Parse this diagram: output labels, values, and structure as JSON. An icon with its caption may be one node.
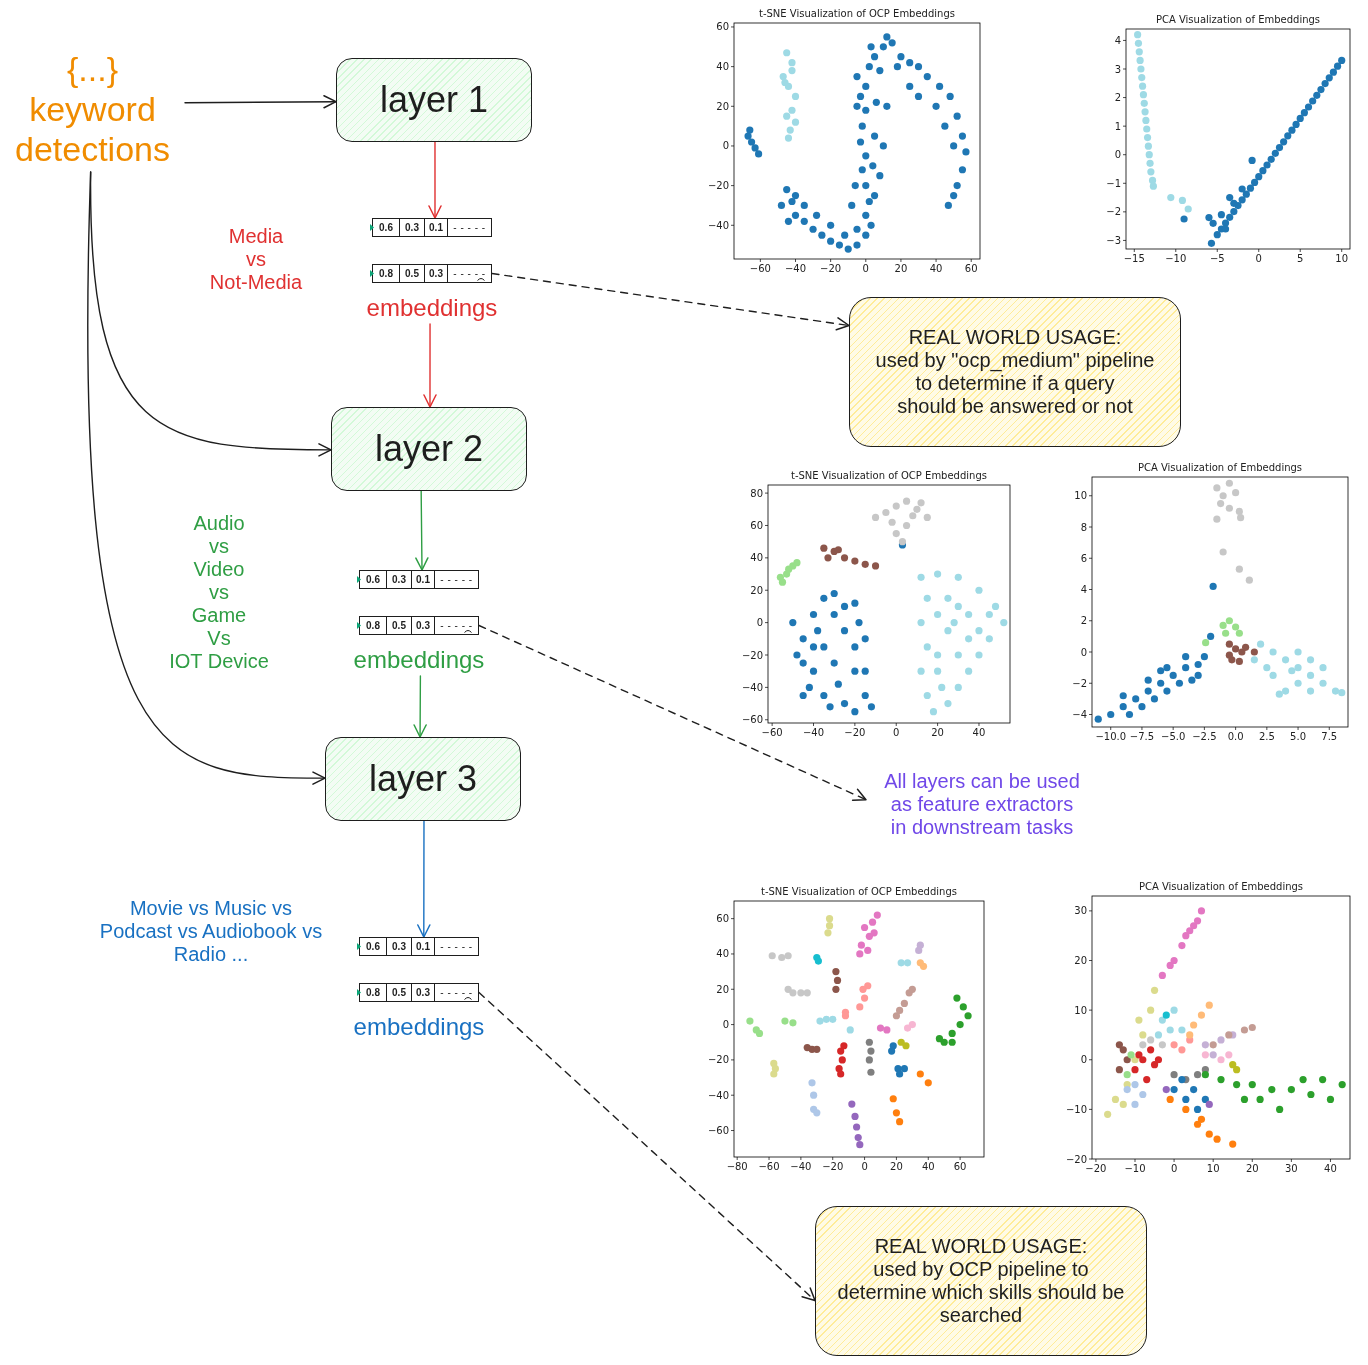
{
  "diagram": {
    "nodes": [
      {
        "text": [
          "{...}",
          "keyword detections"
        ]
      },
      {
        "text": [
          "layer 1"
        ]
      },
      {
        "text": [
          "0.6",
          "0.3",
          "0.1",
          "- - - - -"
        ]
      },
      {
        "text": [
          "0.8",
          "0.5",
          "0.3",
          "- - - - -"
        ]
      },
      {
        "text": [
          "embeddings"
        ]
      },
      {
        "text": [
          "REAL WORLD USAGE:",
          "used by \"ocp_medium\" pipeline to determine if a query should be answered or not"
        ]
      },
      {
        "text": [
          "layer 2"
        ]
      },
      {
        "text": [
          "0.6",
          "0.3",
          "0.1",
          "- - - - -"
        ]
      },
      {
        "text": [
          "0.8",
          "0.5",
          "0.3",
          "- - - - -"
        ]
      },
      {
        "text": [
          "embeddings"
        ]
      },
      {
        "text": [
          "All layers can be used as feature extractors in downstream tasks"
        ]
      },
      {
        "text": [
          "layer 3"
        ]
      },
      {
        "text": [
          "0.6",
          "0.3",
          "0.1",
          "- - - - -"
        ]
      },
      {
        "text": [
          "0.8",
          "0.5",
          "0.3",
          "- - - - -"
        ]
      },
      {
        "text": [
          "embeddings"
        ]
      },
      {
        "text": [
          "REAL WORLD USAGE:",
          "used by OCP pipeline to determine which skills should be searched"
        ]
      }
    ],
    "edges": [
      {
        "from": 0,
        "to": 1,
        "arrow": "to"
      },
      {
        "from": 0,
        "to": 6,
        "arrow": "to"
      },
      {
        "from": 0,
        "to": 11,
        "arrow": "to"
      },
      {
        "from": 1,
        "to": 2,
        "arrow": "to",
        "color": "#e03131"
      },
      {
        "from": 4,
        "to": 6,
        "arrow": "to",
        "color": "#e03131"
      },
      {
        "from": 3,
        "to": 5,
        "arrow": "to",
        "style": "dashed"
      },
      {
        "from": 6,
        "to": 7,
        "arrow": "to",
        "color": "#2f9e44"
      },
      {
        "from": 9,
        "to": 11,
        "arrow": "to",
        "color": "#2f9e44"
      },
      {
        "from": 8,
        "to": 10,
        "arrow": "to",
        "style": "dashed"
      },
      {
        "from": 11,
        "to": 12,
        "arrow": "to",
        "color": "#1971c2"
      },
      {
        "from": 13,
        "to": 15,
        "arrow": "to",
        "style": "dashed"
      }
    ],
    "labels": [
      "Media vs Not-Media",
      "Audio vs Video vs Game Vs IOT Device",
      "Movie vs Music vs Podcast vs Audiobook vs Radio ..."
    ],
    "chart_data": [
      {
        "type": "scatter",
        "title": "t-SNE Visualization of OCP Embeddings",
        "xlim": [
          -75,
          65
        ],
        "ylim": [
          -57,
          62
        ],
        "xticks": [
          {
            "value": -60,
            "label": "−60"
          },
          {
            "value": -40,
            "label": "−40"
          },
          {
            "value": -20,
            "label": "−20"
          },
          {
            "value": 0,
            "label": "0"
          },
          {
            "value": 20,
            "label": "20"
          },
          {
            "value": 40,
            "label": "40"
          },
          {
            "value": 60,
            "label": "60"
          }
        ],
        "yticks": [
          {
            "value": -40,
            "label": "−40"
          },
          {
            "value": -20,
            "label": "−20"
          },
          {
            "value": 0,
            "label": "0"
          },
          {
            "value": 20,
            "label": "20"
          },
          {
            "value": 40,
            "label": "40"
          },
          {
            "value": 60,
            "label": "60"
          }
        ],
        "series": [
          {
            "color": "#1f77b4",
            "x": [
              -67,
              -65,
              -63,
              -61,
              -66,
              -45,
              -42,
              -40,
              -35,
              -30,
              -25,
              -20,
              -15,
              -10,
              -5,
              0,
              3,
              -40,
              -35,
              -28,
              -20,
              -12,
              -5,
              0,
              2,
              0,
              -2,
              0,
              -3,
              -2,
              0,
              -3,
              0,
              -5,
              2,
              5,
              10,
              12,
              15,
              8,
              6,
              5,
              4,
              5,
              10,
              -5,
              20,
              25,
              30,
              35,
              42,
              48,
              52,
              55,
              57,
              55,
              52,
              50,
              47,
              40,
              45,
              50,
              30,
              25,
              -48,
              -44,
              -8,
              8,
              -6,
              12,
              18,
              3
            ],
            "values": [
              5,
              2,
              -1,
              -4,
              8,
              -22,
              -28,
              -35,
              -38,
              -42,
              -45,
              -48,
              -50,
              -52,
              -50,
              -45,
              -40,
              -25,
              -30,
              -35,
              -40,
              -45,
              -42,
              -35,
              -28,
              -20,
              -12,
              -5,
              2,
              10,
              18,
              25,
              30,
              35,
              40,
              45,
              50,
              55,
              52,
              38,
              22,
              5,
              -10,
              -25,
              0,
              20,
              45,
              42,
              40,
              35,
              30,
              25,
              15,
              5,
              -3,
              -12,
              -20,
              -25,
              -30,
              20,
              10,
              0,
              25,
              30,
              -30,
              -38,
              -30,
              -15,
              -20,
              20,
              40,
              50
            ]
          },
          {
            "color": "#9edae5",
            "x": [
              -45,
              -42,
              -47,
              -44,
              -40,
              -42,
              -45,
              -40,
              -43,
              -44,
              -42,
              -46
            ],
            "values": [
              47,
              42,
              35,
              30,
              25,
              18,
              15,
              12,
              8,
              4,
              38,
              32
            ]
          }
        ]
      },
      {
        "type": "scatter",
        "title": "PCA Visualization of Embeddings",
        "xlim": [
          -16,
          11
        ],
        "ylim": [
          -3.3,
          4.4
        ],
        "xticks": [
          {
            "value": -15,
            "label": "−15"
          },
          {
            "value": -10,
            "label": "−10"
          },
          {
            "value": -5,
            "label": "−5"
          },
          {
            "value": 0,
            "label": "0"
          },
          {
            "value": 5,
            "label": "5"
          },
          {
            "value": 10,
            "label": "10"
          }
        ],
        "yticks": [
          {
            "value": -3,
            "label": "−3"
          },
          {
            "value": -2,
            "label": "−2"
          },
          {
            "value": -1,
            "label": "−1"
          },
          {
            "value": 0,
            "label": "0"
          },
          {
            "value": 1,
            "label": "1"
          },
          {
            "value": 2,
            "label": "2"
          },
          {
            "value": 3,
            "label": "3"
          },
          {
            "value": 4,
            "label": "4"
          }
        ],
        "series": [
          {
            "color": "#9edae5",
            "x": [
              -14.6,
              -14.5,
              -14.4,
              -14.3,
              -14.2,
              -14.1,
              -14.0,
              -13.9,
              -13.8,
              -13.7,
              -13.6,
              -13.5,
              -13.4,
              -13.3,
              -13.2,
              -13.1,
              -13.0,
              -12.8,
              -12.7,
              -10.6,
              -9.2,
              -8.5
            ],
            "values": [
              4.2,
              3.9,
              3.6,
              3.3,
              3.0,
              2.7,
              2.4,
              2.1,
              1.8,
              1.5,
              1.2,
              0.9,
              0.6,
              0.3,
              0.0,
              -0.3,
              -0.6,
              -0.9,
              -1.1,
              -1.5,
              -1.6,
              -1.9
            ]
          },
          {
            "color": "#1f77b4",
            "x": [
              -5,
              -4.5,
              -4,
              -3.5,
              -3,
              -2.5,
              -2,
              -1.5,
              -1,
              -0.5,
              0,
              0.5,
              1,
              1.5,
              2,
              2.5,
              3,
              3.5,
              4,
              4.5,
              5,
              5.5,
              6,
              6.5,
              7,
              7.5,
              8,
              8.5,
              9,
              9.5,
              10,
              -6,
              -5.5,
              -4.5,
              -3.5,
              -2,
              -0.8,
              -9,
              -5.7,
              -3,
              -4
            ],
            "values": [
              -2.8,
              -2.6,
              -2.39,
              -2.19,
              -1.99,
              -1.78,
              -1.58,
              -1.38,
              -1.17,
              -0.97,
              -0.77,
              -0.56,
              -0.36,
              -0.16,
              0.05,
              0.25,
              0.45,
              0.66,
              0.86,
              1.06,
              1.27,
              1.47,
              1.67,
              1.88,
              2.08,
              2.28,
              2.49,
              2.69,
              2.89,
              3.1,
              3.3,
              -2.2,
              -2.4,
              -2.1,
              -1.5,
              -1.2,
              -0.2,
              -2.25,
              -3.1,
              -1.7,
              -2.6
            ]
          }
        ]
      },
      {
        "type": "scatter",
        "title": "t-SNE Visualization of OCP Embeddings",
        "xlim": [
          -62,
          55
        ],
        "ylim": [
          -62,
          85
        ],
        "xticks": [
          {
            "value": -60,
            "label": "−60"
          },
          {
            "value": -40,
            "label": "−40"
          },
          {
            "value": -20,
            "label": "−20"
          },
          {
            "value": 0,
            "label": "0"
          },
          {
            "value": 20,
            "label": "20"
          },
          {
            "value": 40,
            "label": "40"
          }
        ],
        "yticks": [
          {
            "value": -60,
            "label": "−60"
          },
          {
            "value": -40,
            "label": "−40"
          },
          {
            "value": -20,
            "label": "−20"
          },
          {
            "value": 0,
            "label": "0"
          },
          {
            "value": 20,
            "label": "20"
          },
          {
            "value": 40,
            "label": "40"
          },
          {
            "value": 60,
            "label": "60"
          },
          {
            "value": 80,
            "label": "80"
          }
        ],
        "series": [
          {
            "color": "#1f77b4",
            "x": [
              -50,
              -45,
              -48,
              -40,
              -35,
              -30,
              -25,
              -20,
              -18,
              -15,
              -25,
              -35,
              -30,
              -40,
              -45,
              -35,
              -25,
              -20,
              -15,
              -12,
              -20,
              -28,
              -38,
              -42,
              -30,
              -20,
              -45,
              -32,
              -15,
              -40,
              3
            ],
            "values": [
              0,
              -10,
              -20,
              5,
              15,
              18,
              10,
              12,
              0,
              -10,
              -5,
              -15,
              -25,
              -30,
              -45,
              -45,
              -50,
              -55,
              -45,
              -52,
              -30,
              -38,
              -5,
              -40,
              5,
              -15,
              -25,
              -52,
              -30,
              -15,
              48
            ]
          },
          {
            "color": "#9edae5",
            "x": [
              12,
              20,
              30,
              40,
              48,
              52,
              45,
              40,
              35,
              30,
              25,
              18,
              15,
              12,
              15,
              12,
              15,
              25,
              35,
              25,
              30,
              20,
              22,
              40,
              28,
              20,
              35,
              45,
              20,
              30
            ],
            "values": [
              28,
              30,
              28,
              20,
              10,
              0,
              -10,
              -20,
              -30,
              -40,
              -50,
              -55,
              -45,
              -30,
              -15,
              0,
              15,
              15,
              5,
              -5,
              -20,
              -30,
              -40,
              -5,
              0,
              5,
              -10,
              5,
              -20,
              10
            ]
          },
          {
            "color": "#98df8a",
            "x": [
              -55,
              -53,
              -50,
              -48,
              -56,
              -52
            ],
            "values": [
              25,
              30,
              35,
              37,
              28,
              33
            ]
          },
          {
            "color": "#8c564b",
            "x": [
              -35,
              -30,
              -25,
              -20,
              -15,
              -10,
              -33,
              -28
            ],
            "values": [
              46,
              44,
              40,
              38,
              36,
              35,
              40,
              45
            ]
          },
          {
            "color": "#c7c7c7",
            "x": [
              -10,
              -5,
              0,
              5,
              10,
              15,
              5,
              0,
              3,
              12,
              -2,
              8
            ],
            "values": [
              65,
              68,
              72,
              75,
              70,
              65,
              60,
              55,
              50,
              74,
              62,
              66
            ]
          }
        ]
      },
      {
        "type": "scatter",
        "title": "PCA Visualization of Embeddings",
        "xlim": [
          -11.5,
          9
        ],
        "ylim": [
          -4.8,
          11.2
        ],
        "xticks": [
          {
            "value": -10,
            "label": "−10.0"
          },
          {
            "value": -7.5,
            "label": "−7.5"
          },
          {
            "value": -5,
            "label": "−5.0"
          },
          {
            "value": -2.5,
            "label": "−2.5"
          },
          {
            "value": 0,
            "label": "0.0"
          },
          {
            "value": 2.5,
            "label": "2.5"
          },
          {
            "value": 5,
            "label": "5.0"
          },
          {
            "value": 7.5,
            "label": "7.5"
          }
        ],
        "yticks": [
          {
            "value": -4,
            "label": "−4"
          },
          {
            "value": -2,
            "label": "−2"
          },
          {
            "value": 0,
            "label": "0"
          },
          {
            "value": 2,
            "label": "2"
          },
          {
            "value": 4,
            "label": "4"
          },
          {
            "value": 6,
            "label": "6"
          },
          {
            "value": 8,
            "label": "8"
          },
          {
            "value": 10,
            "label": "10"
          }
        ],
        "series": [
          {
            "color": "#1f77b4",
            "x": [
              -11,
              -10,
              -9,
              -8,
              -7,
              -6,
              -5,
              -4,
              -3,
              -2.5,
              -8.5,
              -7.5,
              -6.5,
              -5.5,
              -4.5,
              -3.5,
              -7,
              -5.5,
              -4,
              -9,
              -6,
              -3,
              -1.8,
              -2
            ],
            "values": [
              -4.3,
              -4,
              -3.5,
              -3,
              -2.5,
              -2,
              -1.5,
              -1,
              -0.8,
              -0.3,
              -4,
              -3.5,
              -3,
              -2.5,
              -2,
              -1.8,
              -1.8,
              -1,
              -0.3,
              -2.8,
              -1.2,
              -1.5,
              4.2,
              1
            ]
          },
          {
            "color": "#c7c7c7",
            "x": [
              -1.5,
              -1,
              -0.5,
              0,
              -1.2,
              -0.5,
              0.3,
              -1.5,
              0.4,
              -1,
              0.3,
              1.1
            ],
            "values": [
              10.5,
              10,
              10.8,
              10.2,
              9.5,
              9.2,
              9,
              8.5,
              8.6,
              6.4,
              5.3,
              4.6
            ]
          },
          {
            "color": "#98df8a",
            "x": [
              -1,
              -0.5,
              0,
              -0.8,
              0.3,
              -2.4
            ],
            "values": [
              1.7,
              2,
              1.6,
              1.2,
              1.2,
              0.6
            ]
          },
          {
            "color": "#8c564b",
            "x": [
              -0.5,
              0,
              0.5,
              -0.3,
              0.3,
              0.8,
              -0.5,
              1.5
            ],
            "values": [
              0.5,
              0.2,
              0,
              -0.5,
              -0.6,
              0.3,
              -0.2,
              0
            ]
          },
          {
            "color": "#9edae5",
            "x": [
              2,
              3,
              4,
              5,
              6,
              7,
              8,
              3,
              4,
              5,
              6,
              7,
              5,
              2.5,
              1.5,
              8.5,
              3.5,
              4.5,
              6
            ],
            "values": [
              0.5,
              0,
              -0.5,
              -1,
              -1.5,
              -2,
              -2.5,
              -1.5,
              -2.5,
              -2,
              -2.5,
              -1,
              0,
              -1,
              -0.5,
              -2.6,
              -2.7,
              -1.2,
              -0.5
            ]
          }
        ]
      },
      {
        "type": "scatter",
        "title": "t-SNE Visualization of OCP Embeddings",
        "xlim": [
          -82,
          75
        ],
        "ylim": [
          -75,
          70
        ],
        "xticks": [
          {
            "value": -80,
            "label": "−80"
          },
          {
            "value": -60,
            "label": "−60"
          },
          {
            "value": -40,
            "label": "−40"
          },
          {
            "value": -20,
            "label": "−20"
          },
          {
            "value": 0,
            "label": "0"
          },
          {
            "value": 20,
            "label": "20"
          },
          {
            "value": 40,
            "label": "40"
          },
          {
            "value": 60,
            "label": "60"
          }
        ],
        "yticks": [
          {
            "value": -60,
            "label": "−60"
          },
          {
            "value": -40,
            "label": "−40"
          },
          {
            "value": -20,
            "label": "−20"
          },
          {
            "value": 0,
            "label": "0"
          },
          {
            "value": 20,
            "label": "20"
          },
          {
            "value": 40,
            "label": "40"
          },
          {
            "value": 60,
            "label": "60"
          }
        ],
        "series": [
          {
            "color": "#dbdb8d",
            "x": [
              -22,
              -22,
              -23,
              -57,
              -56,
              -57
            ],
            "values": [
              60,
              56,
              52,
              -22,
              -25,
              -28
            ]
          },
          {
            "color": "#e377c2",
            "x": [
              0,
              5,
              8,
              3,
              -2,
              2,
              -3,
              6,
              10,
              14
            ],
            "values": [
              55,
              58,
              62,
              50,
              45,
              42,
              40,
              52,
              -2,
              -3
            ]
          },
          {
            "color": "#c7c7c7",
            "x": [
              -58,
              -52,
              -48,
              -48,
              -45,
              -40,
              -36
            ],
            "values": [
              39,
              38,
              39,
              20,
              18,
              18,
              18
            ]
          },
          {
            "color": "#17becf",
            "x": [
              -30,
              -29
            ],
            "values": [
              38,
              36
            ]
          },
          {
            "color": "#9edae5",
            "x": [
              23,
              27,
              -28,
              -24,
              -20,
              -9
            ],
            "values": [
              35,
              35,
              2,
              3,
              3,
              -3
            ]
          },
          {
            "color": "#c5b0d5",
            "x": [
              34,
              35
            ],
            "values": [
              42,
              45
            ]
          },
          {
            "color": "#ffbb78",
            "x": [
              35,
              37
            ],
            "values": [
              35,
              33
            ]
          },
          {
            "color": "#8c564b",
            "x": [
              -18,
              -17,
              -18,
              -36,
              -33,
              -30
            ],
            "values": [
              30,
              25,
              20,
              -13,
              -14,
              -14
            ]
          },
          {
            "color": "#ff9896",
            "x": [
              -1,
              0,
              -3,
              2,
              -12,
              -12
            ],
            "values": [
              20,
              15,
              10,
              22,
              5,
              7
            ]
          },
          {
            "color": "#c49c94",
            "x": [
              20,
              25,
              28,
              22,
              30
            ],
            "values": [
              5,
              12,
              18,
              8,
              20
            ]
          },
          {
            "color": "#2ca02c",
            "x": [
              50,
              55,
              60,
              62,
              58,
              47,
              65,
              55
            ],
            "values": [
              -10,
              -5,
              0,
              10,
              15,
              -8,
              5,
              -10
            ]
          },
          {
            "color": "#98df8a",
            "x": [
              -72,
              -68,
              -66,
              -50,
              -45
            ],
            "values": [
              2,
              -3,
              -5,
              2,
              1
            ]
          },
          {
            "color": "#f7b6d2",
            "x": [
              30,
              27
            ],
            "values": [
              0,
              -2
            ]
          },
          {
            "color": "#bcbd22",
            "x": [
              23,
              26
            ],
            "values": [
              -10,
              -12
            ]
          },
          {
            "color": "#1f77b4",
            "x": [
              18,
              17,
              21,
              25,
              22
            ],
            "values": [
              -12,
              -15,
              -25,
              -25,
              -28
            ]
          },
          {
            "color": "#d62728",
            "x": [
              -15,
              -14,
              -16,
              -15,
              -13
            ],
            "values": [
              -15,
              -20,
              -25,
              -28,
              -12
            ]
          },
          {
            "color": "#7f7f7f",
            "x": [
              3,
              4,
              3,
              4
            ],
            "values": [
              -10,
              -15,
              -20,
              -27
            ]
          },
          {
            "color": "#ff7f0e",
            "x": [
              35,
              40,
              18,
              20,
              22
            ],
            "values": [
              -28,
              -33,
              -42,
              -50,
              -55
            ]
          },
          {
            "color": "#aec7e8",
            "x": [
              -33,
              -32,
              -32,
              -30
            ],
            "values": [
              -33,
              -40,
              -48,
              -50
            ]
          },
          {
            "color": "#9467bd",
            "x": [
              -8,
              -6,
              -5,
              -4,
              -3
            ],
            "values": [
              -45,
              -52,
              -58,
              -64,
              -68
            ]
          }
        ]
      },
      {
        "type": "scatter",
        "title": "PCA Visualization of Embeddings",
        "xlim": [
          -21,
          45
        ],
        "ylim": [
          -20,
          33
        ],
        "xticks": [
          {
            "value": -20,
            "label": "−20"
          },
          {
            "value": -10,
            "label": "−10"
          },
          {
            "value": 0,
            "label": "0"
          },
          {
            "value": 10,
            "label": "10"
          },
          {
            "value": 20,
            "label": "20"
          },
          {
            "value": 30,
            "label": "30"
          },
          {
            "value": 40,
            "label": "40"
          }
        ],
        "yticks": [
          {
            "value": -20,
            "label": "−20"
          },
          {
            "value": -10,
            "label": "−10"
          },
          {
            "value": 0,
            "label": "0"
          },
          {
            "value": 10,
            "label": "10"
          },
          {
            "value": 20,
            "label": "20"
          },
          {
            "value": 30,
            "label": "30"
          }
        ],
        "series": [
          {
            "color": "#e377c2",
            "x": [
              -3,
              0,
              2,
              5,
              7,
              3,
              -1,
              6,
              4
            ],
            "values": [
              17,
              20,
              23,
              27,
              30,
              25,
              19,
              28,
              26
            ]
          },
          {
            "color": "#dbdb8d",
            "x": [
              -17,
              -15,
              -12,
              -10,
              -8,
              -6,
              -5,
              -9,
              -13
            ],
            "values": [
              -11,
              -8,
              -5,
              0,
              5,
              10,
              14,
              8,
              -9
            ]
          },
          {
            "color": "#8c564b",
            "x": [
              -14,
              -13,
              -14,
              -12
            ],
            "values": [
              -2,
              2,
              3,
              0
            ]
          },
          {
            "color": "#98df8a",
            "x": [
              -12,
              -11
            ],
            "values": [
              -3,
              1
            ]
          },
          {
            "color": "#d62728",
            "x": [
              -10,
              -8,
              -6,
              -5,
              -7,
              -9,
              -4
            ],
            "values": [
              -2,
              0,
              2,
              -1,
              -4,
              1,
              0
            ]
          },
          {
            "color": "#c7c7c7",
            "x": [
              -8,
              -6,
              -3
            ],
            "values": [
              3,
              4,
              3
            ]
          },
          {
            "color": "#9edae5",
            "x": [
              -3,
              0,
              -1,
              2,
              -4
            ],
            "values": [
              8,
              10,
              6,
              6,
              5
            ]
          },
          {
            "color": "#17becf",
            "x": [
              -2
            ],
            "values": [
              9
            ]
          },
          {
            "color": "#ff9896",
            "x": [
              0,
              2,
              4
            ],
            "values": [
              3,
              2,
              4
            ]
          },
          {
            "color": "#ffbb78",
            "x": [
              5,
              7,
              9,
              4
            ],
            "values": [
              7,
              9,
              11,
              5
            ]
          },
          {
            "color": "#c5b0d5",
            "x": [
              8,
              12,
              15,
              10
            ],
            "values": [
              3,
              4,
              5,
              1
            ]
          },
          {
            "color": "#c49c94",
            "x": [
              10,
              14,
              18,
              20
            ],
            "values": [
              3,
              5,
              6,
              6.5
            ]
          },
          {
            "color": "#f7b6d2",
            "x": [
              8,
              12,
              14
            ],
            "values": [
              1,
              0,
              1
            ]
          },
          {
            "color": "#bcbd22",
            "x": [
              15,
              16
            ],
            "values": [
              -1,
              -2
            ]
          },
          {
            "color": "#7f7f7f",
            "x": [
              0,
              3,
              6,
              8
            ],
            "values": [
              -3,
              -4,
              -3,
              -2
            ]
          },
          {
            "color": "#1f77b4",
            "x": [
              0,
              3,
              5,
              8,
              2,
              6
            ],
            "values": [
              -6,
              -8,
              -6,
              -8,
              -4,
              -10
            ]
          },
          {
            "color": "#9467bd",
            "x": [
              -2,
              9
            ],
            "values": [
              -6,
              -9
            ]
          },
          {
            "color": "#aec7e8",
            "x": [
              -12,
              -10,
              -8,
              -10
            ],
            "values": [
              -6,
              -9,
              -7,
              -5
            ]
          },
          {
            "color": "#ff7f0e",
            "x": [
              -1,
              3,
              6,
              9,
              11,
              15,
              7
            ],
            "values": [
              -8,
              -10,
              -13,
              -15,
              -16,
              -17,
              -12
            ]
          },
          {
            "color": "#2ca02c",
            "x": [
              8,
              12,
              16,
              20,
              25,
              30,
              35,
              40,
              43,
              22,
              27,
              18,
              33,
              38
            ],
            "values": [
              -3,
              -4,
              -5,
              -5,
              -6,
              -6,
              -7,
              -8,
              -5,
              -8,
              -10,
              -8,
              -4,
              -4
            ]
          }
        ]
      }
    ]
  }
}
